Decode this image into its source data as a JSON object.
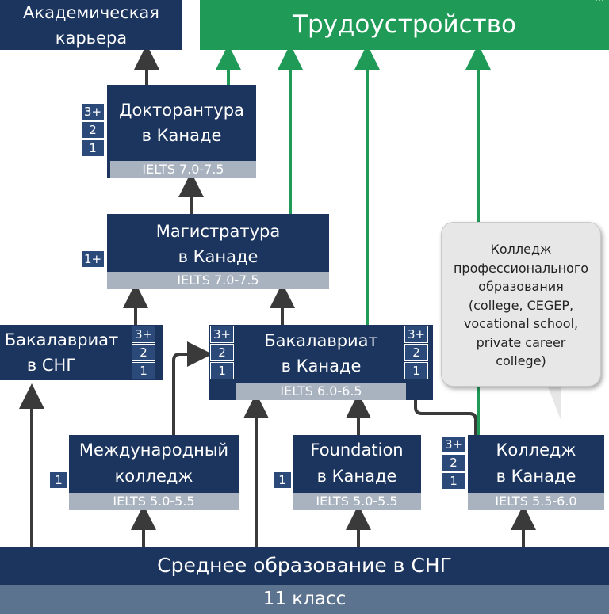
{
  "top": {
    "academic_line1": "Академическая",
    "academic_line2": "карьера",
    "employment": "Трудоустройство",
    "employment_trim": "…"
  },
  "nodes": {
    "doctorate": {
      "line1": "Докторантура",
      "line2": "в Канаде",
      "ielts": "IELTS 7.0-7.5",
      "years": [
        "3+",
        "2",
        "1"
      ]
    },
    "masters": {
      "line1": "Магистратура",
      "line2": "в Канаде",
      "ielts": "IELTS 7.0-7.5",
      "years": [
        "1+"
      ]
    },
    "bachelor_cis": {
      "line1": "Бакалавриат",
      "line2": "в СНГ",
      "years": [
        "3+",
        "2",
        "1"
      ]
    },
    "bachelor_canada": {
      "line1": "Бакалавриат",
      "line2": "в Канаде",
      "ielts": "IELTS 6.0-6.5",
      "years_left": [
        "3+",
        "2",
        "1"
      ],
      "years_right": [
        "3+",
        "2",
        "1"
      ]
    },
    "intl_college": {
      "line1": "Международный",
      "line2": "колледж",
      "ielts": "IELTS 5.0-5.5",
      "years": [
        "1"
      ]
    },
    "foundation": {
      "line1": "Foundation",
      "line2": "в Канаде",
      "ielts": "IELTS 5.0-5.5",
      "years": [
        "1"
      ]
    },
    "college_canada": {
      "line1": "Колледж",
      "line2": "в Канаде",
      "ielts": "IELTS 5.5-6.0",
      "years": [
        "3+",
        "2",
        "1"
      ]
    }
  },
  "callout": {
    "lines": [
      "Колледж",
      "профессионального",
      "образования",
      "(college, CEGEP,",
      "vocational school,",
      "private career",
      "college)"
    ]
  },
  "bottom": {
    "secondary": "Среднее образование в СНГ",
    "grade": "11 класс"
  },
  "colors": {
    "navy": "#1c355e",
    "green": "#1f9a57",
    "arrow_dark": "#3a3a3a",
    "arrow_green": "#1f9a57",
    "ielts_bar": "#a9b3bf",
    "grade_bar": "#5c7390",
    "callout_bg": "#e7e7e7"
  }
}
